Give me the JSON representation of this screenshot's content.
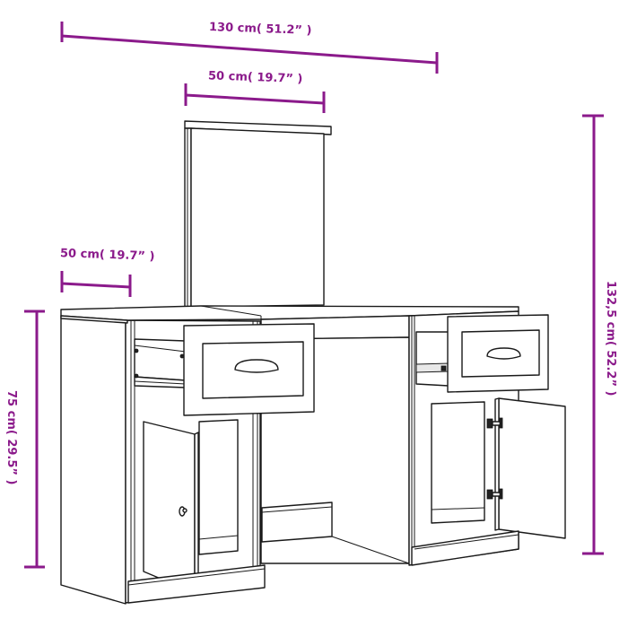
{
  "diagram": {
    "subject": "Vanity dressing table with mirror, two drawers and two cabinet doors",
    "accent_color": "#8b1a8b",
    "line_color": "#1a1a1a",
    "dimensions": {
      "total_width": {
        "label": "130 cm( 51.2” )",
        "value_cm": 130,
        "value_in": 51.2
      },
      "mirror_width": {
        "label": "50 cm( 19.7” )",
        "value_cm": 50,
        "value_in": 19.7
      },
      "depth": {
        "label": "50 cm( 19.7” )",
        "value_cm": 50,
        "value_in": 19.7
      },
      "table_height": {
        "label": "75 cm( 29.5” )",
        "value_cm": 75,
        "value_in": 29.5
      },
      "total_height": {
        "label": "132,5 cm( 52.2” )",
        "value_cm": 132.5,
        "value_in": 52.2
      }
    },
    "components": [
      "mirror",
      "tabletop",
      "left-drawer",
      "right-drawer",
      "left-door",
      "right-door",
      "center-kick-board",
      "left-plinth",
      "right-plinth"
    ]
  }
}
